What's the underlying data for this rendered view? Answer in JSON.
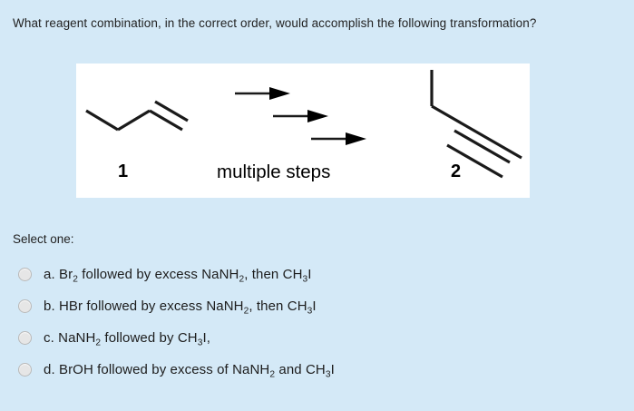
{
  "question": {
    "text": "What reagent combination, in the correct order, would accomplish the following transformation?"
  },
  "figure": {
    "left_label": "1",
    "middle_label": "multiple steps",
    "right_label": "2",
    "background": "#ffffff",
    "stroke_color": "#1a1a1a",
    "left_structure_name": "1-butene-skeletal",
    "right_structure_name": "alkyne-skeletal",
    "arrow_count": 3
  },
  "prompt": {
    "select_one": "Select one:"
  },
  "options": [
    {
      "id": "a",
      "radio_name": "radio-option-a",
      "parts": [
        {
          "t": "a. Br",
          "sub": false
        },
        {
          "t": "2",
          "sub": true
        },
        {
          "t": " followed by excess NaNH",
          "sub": false
        },
        {
          "t": "2",
          "sub": true
        },
        {
          "t": ", then CH",
          "sub": false
        },
        {
          "t": "3",
          "sub": true
        },
        {
          "t": "I",
          "sub": false
        }
      ],
      "plain": "a. Br2 followed by excess NaNH2, then CH3I"
    },
    {
      "id": "b",
      "radio_name": "radio-option-b",
      "parts": [
        {
          "t": "b. HBr followed by excess NaNH",
          "sub": false
        },
        {
          "t": "2",
          "sub": true
        },
        {
          "t": ", then CH",
          "sub": false
        },
        {
          "t": "3",
          "sub": true
        },
        {
          "t": "I",
          "sub": false
        }
      ],
      "plain": "b. HBr followed by excess NaNH2, then CH3I"
    },
    {
      "id": "c",
      "radio_name": "radio-option-c",
      "parts": [
        {
          "t": "c. NaNH",
          "sub": false
        },
        {
          "t": "2",
          "sub": true
        },
        {
          "t": " followed by CH",
          "sub": false
        },
        {
          "t": "3",
          "sub": true
        },
        {
          "t": "I,",
          "sub": false
        }
      ],
      "plain": "c. NaNH2 followed by CH3I,"
    },
    {
      "id": "d",
      "radio_name": "radio-option-d",
      "parts": [
        {
          "t": "d. BrOH followed by excess of NaNH",
          "sub": false
        },
        {
          "t": "2",
          "sub": true
        },
        {
          "t": " and CH",
          "sub": false
        },
        {
          "t": "3",
          "sub": true
        },
        {
          "t": "I",
          "sub": false
        }
      ],
      "plain": "d. BrOH followed by excess of NaNH2 and CH3I"
    }
  ],
  "colors": {
    "page_background": "#d4e9f7",
    "panel_background": "#ffffff",
    "text": "#222222",
    "radio_fill": "#e6e6e6",
    "radio_border": "#b9b9b9"
  }
}
